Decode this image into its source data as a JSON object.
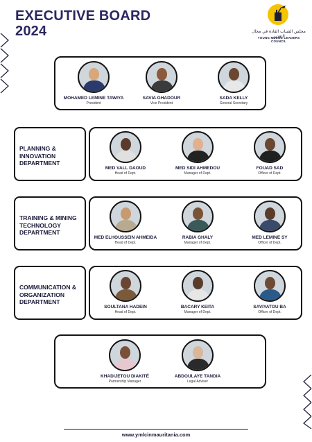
{
  "header": {
    "title_line1": "EXECUTIVE BOARD",
    "title_line2": "2024",
    "logo_arabic": "مجلس الشباب القادة في مجال التعدين",
    "logo_english": "YOUNG MINING LEADERS COUNCIL"
  },
  "colors": {
    "title": "#2a2760",
    "accent": "#f5c400",
    "border": "#141414"
  },
  "executive": [
    {
      "name": "MOHAMED LEMINE TAWIYA",
      "role": "President"
    },
    {
      "name": "SAVIA GHADOUR",
      "role": "Vice President"
    },
    {
      "name": "SADA KELLY",
      "role": "General Secretary"
    }
  ],
  "departments": [
    {
      "name_lines": [
        "PLANNING &",
        "INNOVATION",
        "DEPARTMENT"
      ],
      "members": [
        {
          "name": "MED VALL DAOUD",
          "role": "Head of Dept."
        },
        {
          "name": "MED SIDI AHMEDOU",
          "role": "Manager of Dept."
        },
        {
          "name": "FOUAD SAD",
          "role": "Officer of Dept."
        }
      ]
    },
    {
      "name_lines": [
        "TRAINING & MINING",
        "TECHNOLOGY",
        "DEPARTMENT"
      ],
      "members": [
        {
          "name": "MED ELHOUSSEIN AHMEIDA",
          "role": "Head of Dept."
        },
        {
          "name": "RABIA GHALY",
          "role": "Manager of Dept."
        },
        {
          "name": "MED LEMINE SY",
          "role": "Officer of Dept."
        }
      ]
    },
    {
      "name_lines": [
        "COMMUNICATION &",
        "ORGANIZATION",
        "DEPARTMENT"
      ],
      "members": [
        {
          "name": "SOULTANA HADEIN",
          "role": "Head of Dept."
        },
        {
          "name": "BACARY KEITA",
          "role": "Manager of Dept."
        },
        {
          "name": "SAVIYATOU BA",
          "role": "Officer of Dept."
        }
      ]
    }
  ],
  "partners": [
    {
      "name": "KHADIJETOU DIAKITÉ",
      "role": "Partnership Manager"
    },
    {
      "name": "ABDOULAYE TANDIA",
      "role": "Legal Adviser"
    }
  ],
  "footer": {
    "website": "www.ymlcinmauritania.com"
  }
}
